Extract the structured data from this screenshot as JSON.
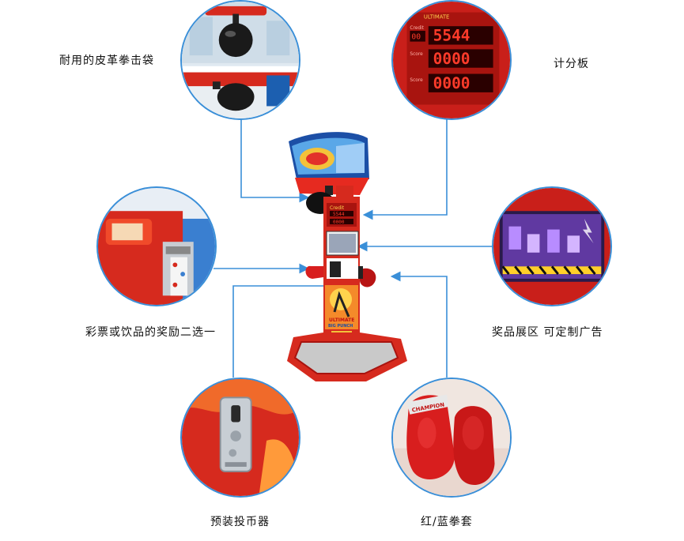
{
  "features": {
    "punching_bag": "耐用的皮革拳击袋",
    "scoreboard": "计分板",
    "rewards": "彩票或饮品的奖励二选一",
    "prize_area": "奖品展区 可定制广告",
    "coin_acceptor": "预装投币器",
    "gloves": "红/蓝拳套"
  },
  "scoreboard": {
    "credit_label": "Credit",
    "credit_value": "00",
    "score_top": "5544",
    "score_label": "Score",
    "score_mid": "0000",
    "score_bottom": "0000"
  },
  "machine_text": {
    "title_line1": "ULTIMATE",
    "title_line2": "BIG PUNCH"
  },
  "glove_text": "CHAMPION",
  "colors": {
    "accent_blue": "#3a8fd8",
    "machine_red": "#d62a1e",
    "led_red": "#ff3b2a"
  }
}
